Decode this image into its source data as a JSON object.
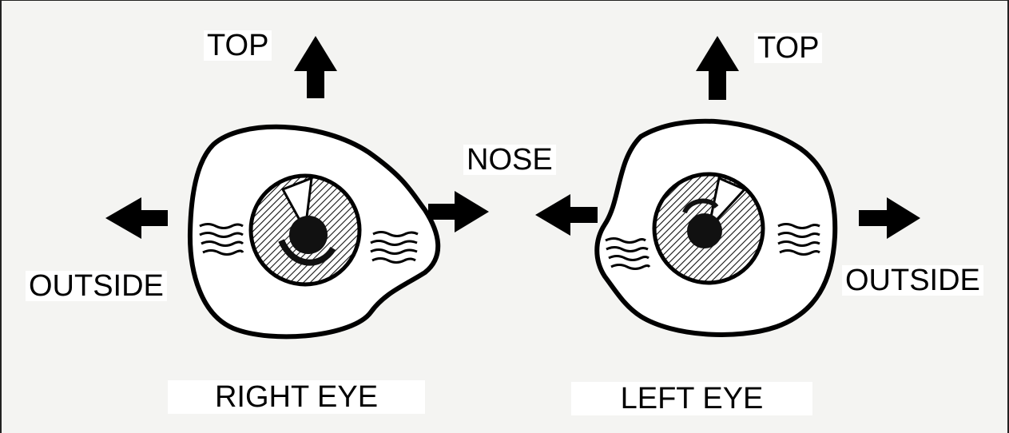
{
  "labels": {
    "top_right_eye": "TOP",
    "top_left_eye": "TOP",
    "nose": "NOSE",
    "outside_right_eye": "OUTSIDE",
    "outside_left_eye": "OUTSIDE",
    "caption_right_eye": "RIGHT EYE",
    "caption_left_eye": "LEFT EYE"
  }
}
